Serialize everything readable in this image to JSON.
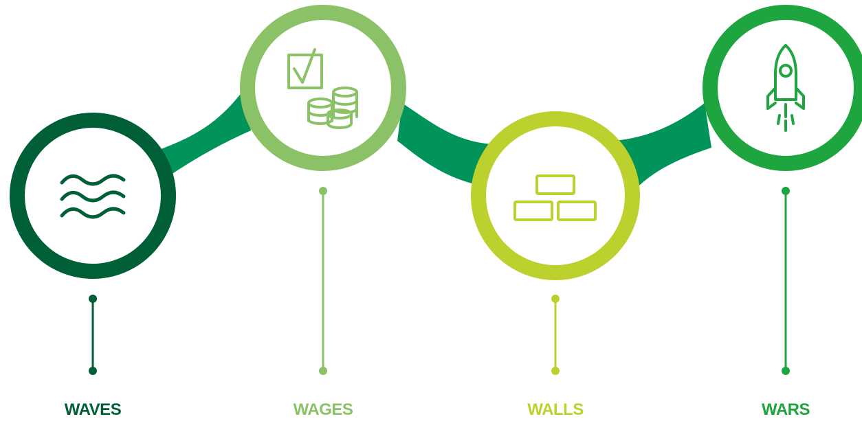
{
  "stages": [
    {
      "label": "WAVES",
      "color": "#005f37",
      "icon": "waves-icon"
    },
    {
      "label": "WAGES",
      "color": "#8cc267",
      "icon": "checklist-coins-icon"
    },
    {
      "label": "WALLS",
      "color": "#bcd12e",
      "icon": "bricks-icon"
    },
    {
      "label": "WARS",
      "color": "#1fa53f",
      "icon": "rocket-icon"
    }
  ],
  "connector_color": "#00935a"
}
